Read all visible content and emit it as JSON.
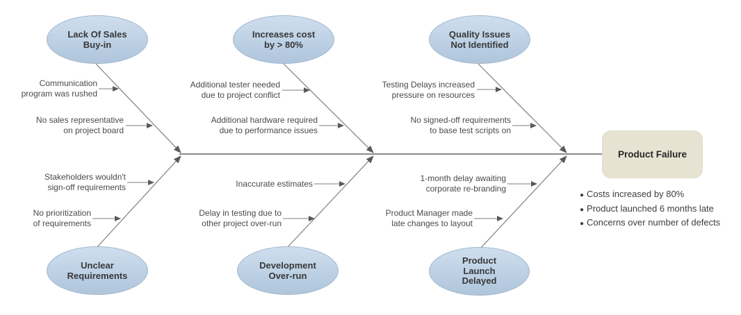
{
  "diagram_type": "fishbone",
  "effect": {
    "label": "Product Failure"
  },
  "outcomes": [
    "Costs increased by 80%",
    "Product launched 6 months late",
    "Concerns over number of defects"
  ],
  "categories": [
    {
      "label": "Lack Of Sales\nBuy-in",
      "position": "top-left",
      "causes": [
        "Communication\nprogram was rushed",
        "No sales representative\non project board"
      ]
    },
    {
      "label": "Increases cost\nby > 80%",
      "position": "top-middle",
      "causes": [
        "Additional tester needed\ndue to project conflict",
        "Additional hardware required\ndue to performance issues"
      ]
    },
    {
      "label": "Quality Issues\nNot Identified",
      "position": "top-right",
      "causes": [
        "Testing Delays increased\npressure on resources",
        "No signed-off requirements\nto base test scripts on"
      ]
    },
    {
      "label": "Unclear\nRequirements",
      "position": "bottom-left",
      "causes": [
        "Stakeholders wouldn't\nsign-off requirements",
        "No prioritization\nof requirements"
      ]
    },
    {
      "label": "Development\nOver-run",
      "position": "bottom-middle",
      "causes": [
        "Inaccurate estimates",
        "Delay in testing due to\nother project over-run"
      ]
    },
    {
      "label": "Product\nLaunch\nDelayed",
      "position": "bottom-right",
      "causes": [
        "1-month delay awaiting\ncorporate re-branding",
        "Product Manager made\nlate changes to layout"
      ]
    }
  ],
  "colors": {
    "category_fill": "#c3d6e8",
    "category_border": "#a2b8cd",
    "effect_fill": "#e7e3d2",
    "line": "#8a8a8a",
    "arrowhead": "#5a5a5a",
    "label_text": "#4a4a4a",
    "node_text": "#373737"
  }
}
